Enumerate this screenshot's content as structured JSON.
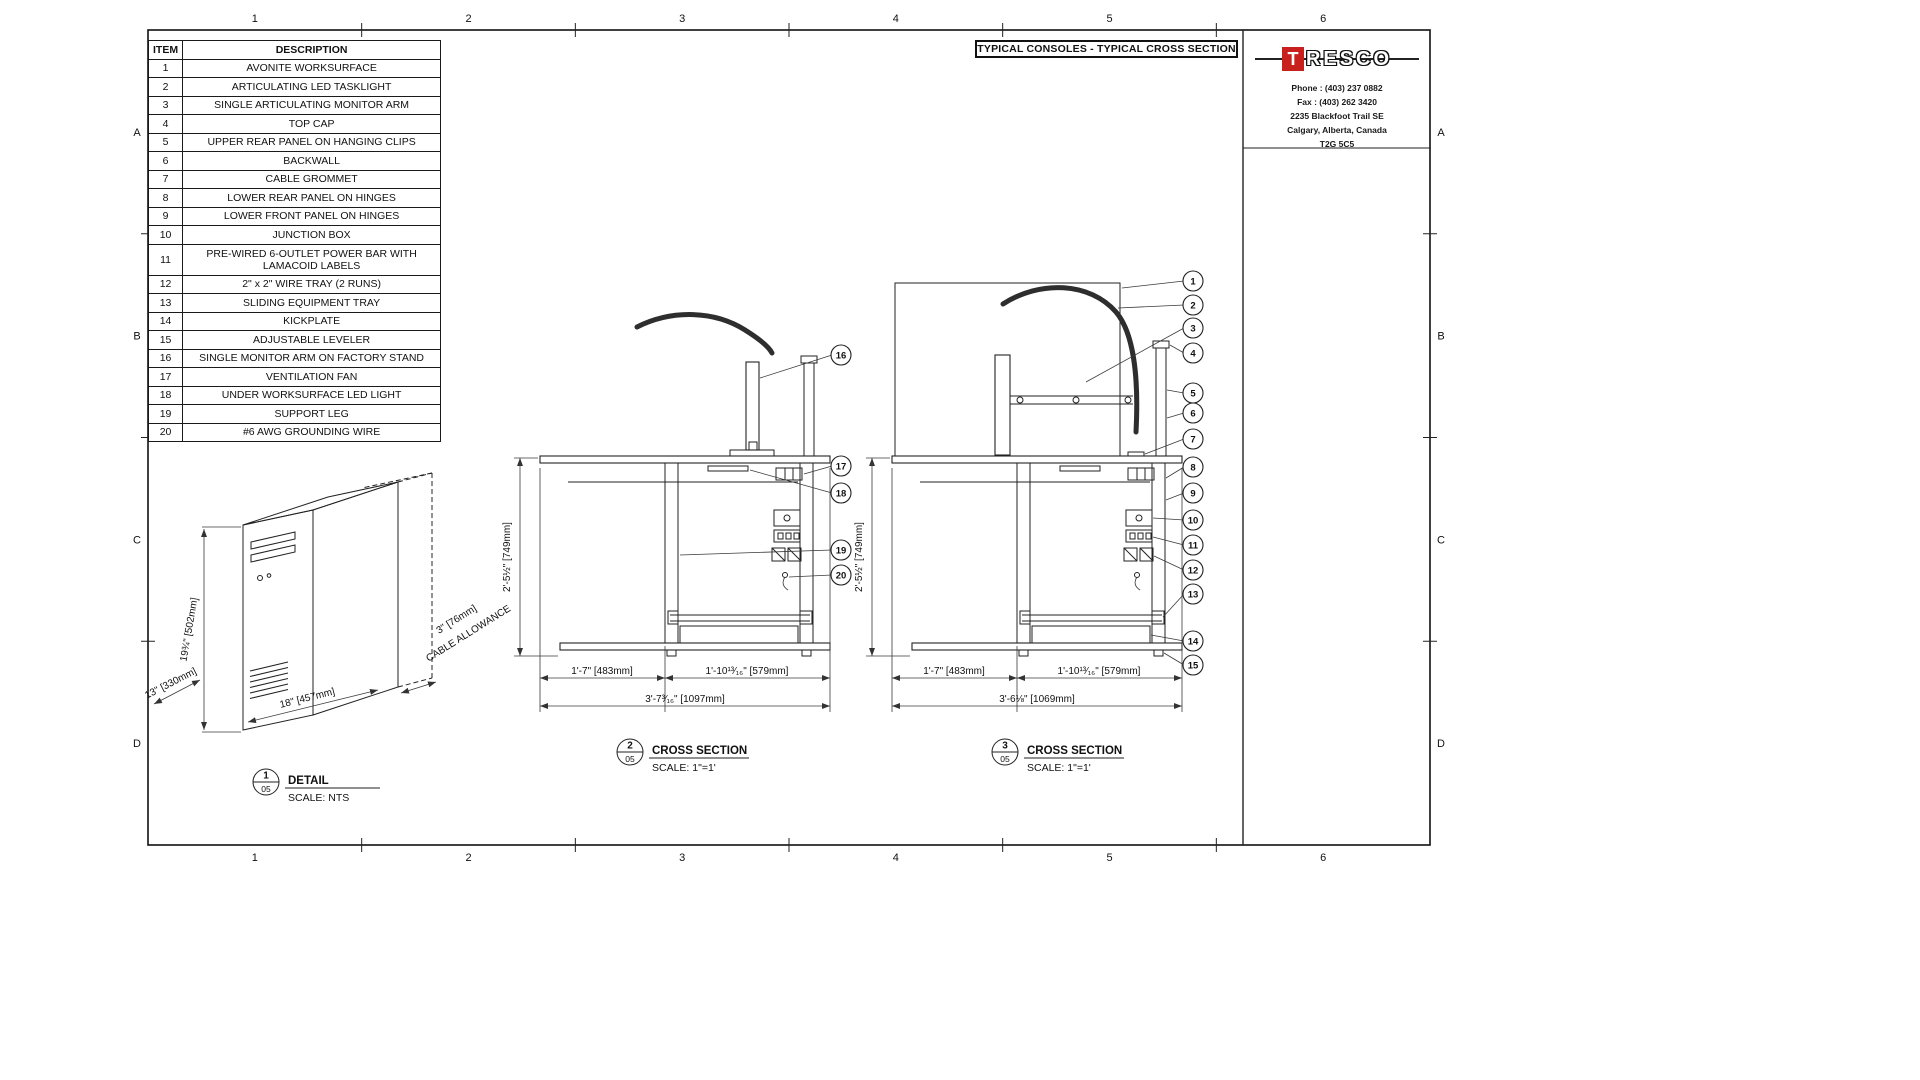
{
  "sheet": {
    "title_box": "TYPICAL CONSOLES - TYPICAL CROSS SECTION",
    "grid_columns": [
      "1",
      "2",
      "3",
      "4",
      "5",
      "6"
    ],
    "grid_rows": [
      "A",
      "B",
      "C",
      "D"
    ]
  },
  "company": {
    "logo_first_letter": "T",
    "logo_rest": "RESCO",
    "address_lines": [
      "Phone : (403) 237 0882",
      "Fax : (403) 262 3420",
      "2235 Blackfoot Trail SE",
      "Calgary, Alberta, Canada",
      "T2G 5C5"
    ]
  },
  "parts_table": {
    "headers": [
      "ITEM",
      "DESCRIPTION"
    ],
    "rows": [
      {
        "item": "1",
        "description": "AVONITE WORKSURFACE"
      },
      {
        "item": "2",
        "description": "ARTICULATING LED TASKLIGHT"
      },
      {
        "item": "3",
        "description": "SINGLE ARTICULATING MONITOR ARM"
      },
      {
        "item": "4",
        "description": "TOP CAP"
      },
      {
        "item": "5",
        "description": "UPPER REAR PANEL ON HANGING CLIPS"
      },
      {
        "item": "6",
        "description": "BACKWALL"
      },
      {
        "item": "7",
        "description": "CABLE GROMMET"
      },
      {
        "item": "8",
        "description": "LOWER REAR PANEL ON HINGES"
      },
      {
        "item": "9",
        "description": "LOWER FRONT PANEL ON HINGES"
      },
      {
        "item": "10",
        "description": "JUNCTION BOX"
      },
      {
        "item": "11",
        "description": "PRE-WIRED 6-OUTLET POWER BAR WITH LAMACOID LABELS"
      },
      {
        "item": "12",
        "description": "2\" x 2\" WIRE TRAY (2 RUNS)"
      },
      {
        "item": "13",
        "description": "SLIDING EQUIPMENT TRAY"
      },
      {
        "item": "14",
        "description": "KICKPLATE"
      },
      {
        "item": "15",
        "description": "ADJUSTABLE LEVELER"
      },
      {
        "item": "16",
        "description": "SINGLE MONITOR ARM ON FACTORY STAND"
      },
      {
        "item": "17",
        "description": "VENTILATION FAN"
      },
      {
        "item": "18",
        "description": "UNDER WORKSURFACE LED LIGHT"
      },
      {
        "item": "19",
        "description": "SUPPORT LEG"
      },
      {
        "item": "20",
        "description": "#6 AWG GROUNDING WIRE"
      }
    ]
  },
  "detail_view": {
    "view_number": "1",
    "sheet_number": "05",
    "title": "DETAIL",
    "scale": "SCALE:  NTS",
    "dim_height": "19¾\" [502mm]",
    "dim_depth": "13\" [330mm]",
    "dim_width": "18\" [457mm]",
    "dim_cable": "3\" [76mm]",
    "cable_label": "CABLE ALLOWANCE"
  },
  "section2": {
    "view_number": "2",
    "sheet_number": "05",
    "title": "CROSS SECTION",
    "scale": "SCALE:  1\"=1'",
    "dim_height": "2'-5½\" [749mm]",
    "dim_left": "1'-7\" [483mm]",
    "dim_right": "1'-10¹³⁄₁₆\" [579mm]",
    "dim_overall": "3'-7³⁄₁₆\" [1097mm]",
    "callouts": [
      "16",
      "17",
      "18",
      "19",
      "20"
    ]
  },
  "section3": {
    "view_number": "3",
    "sheet_number": "05",
    "title": "CROSS SECTION",
    "scale": "SCALE:  1\"=1'",
    "dim_height": "2'-5½\" [749mm]",
    "dim_left": "1'-7\" [483mm]",
    "dim_right": "1'-10¹³⁄₁₆\" [579mm]",
    "dim_overall": "3'-6⅛\" [1069mm]",
    "callouts": [
      "1",
      "2",
      "3",
      "4",
      "5",
      "6",
      "7",
      "8",
      "9",
      "10",
      "11",
      "12",
      "13",
      "14",
      "15"
    ]
  }
}
